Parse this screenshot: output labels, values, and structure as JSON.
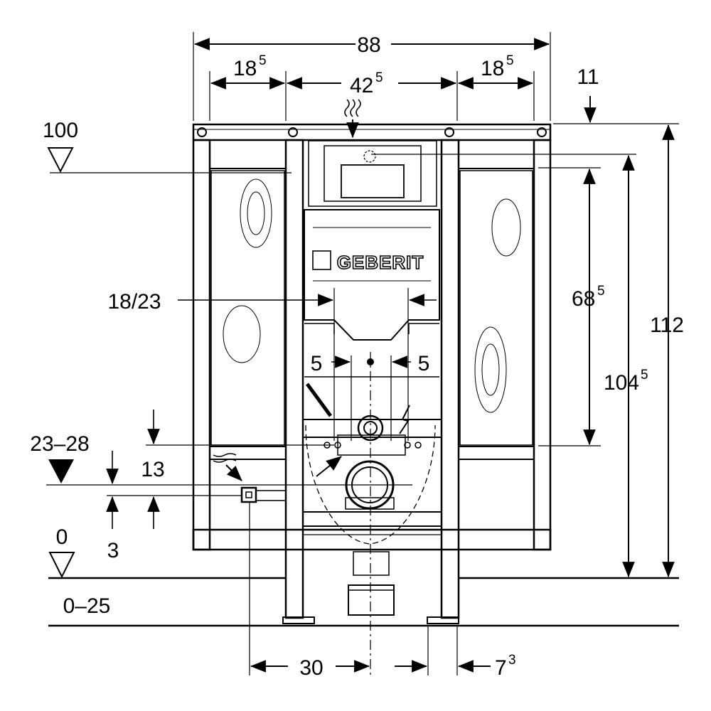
{
  "brand": "GEBERIT",
  "dimensions": {
    "total_width": "88",
    "left_bay_main": "18",
    "left_bay_sup": "5",
    "center_main": "42",
    "center_sup": "5",
    "right_bay_main": "18",
    "right_bay_sup": "5",
    "top_offset": "11",
    "total_height": "112",
    "inner_height_main": "104",
    "inner_height_sup": "5",
    "panel_height_main": "68",
    "panel_height_sup": "5",
    "level_top": "100",
    "flush_range": "18/23",
    "offset_left": "5",
    "offset_right": "5",
    "supply_range": "23–28",
    "supply_offset": "13",
    "supply_small": "3",
    "level_floor": "0",
    "floor_range": "0–25",
    "bottom_span": "30",
    "bottom_right_main": "7",
    "bottom_right_sup": "3"
  }
}
